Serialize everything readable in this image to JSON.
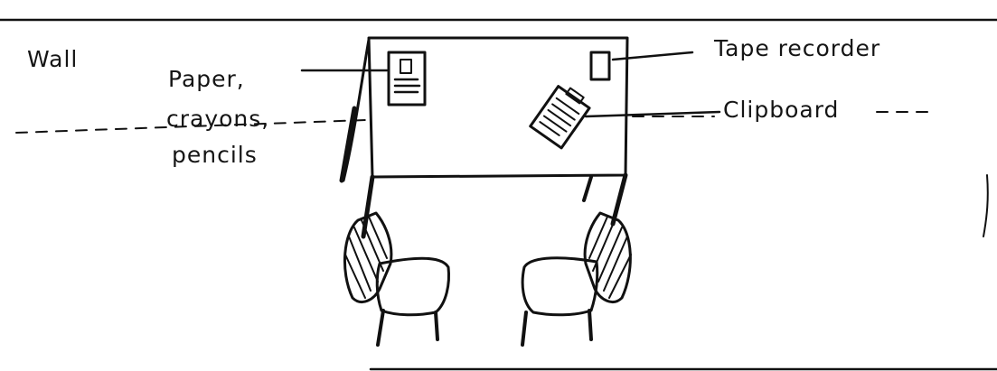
{
  "labels": {
    "wall": "Wall",
    "paper_line1": "Paper,",
    "paper_line2": "crayons,",
    "paper_line3": "pencils",
    "tape_recorder": "Tape recorder",
    "clipboard": "Clipboard"
  },
  "colors": {
    "ink": "#111111",
    "paper": "#ffffff"
  }
}
